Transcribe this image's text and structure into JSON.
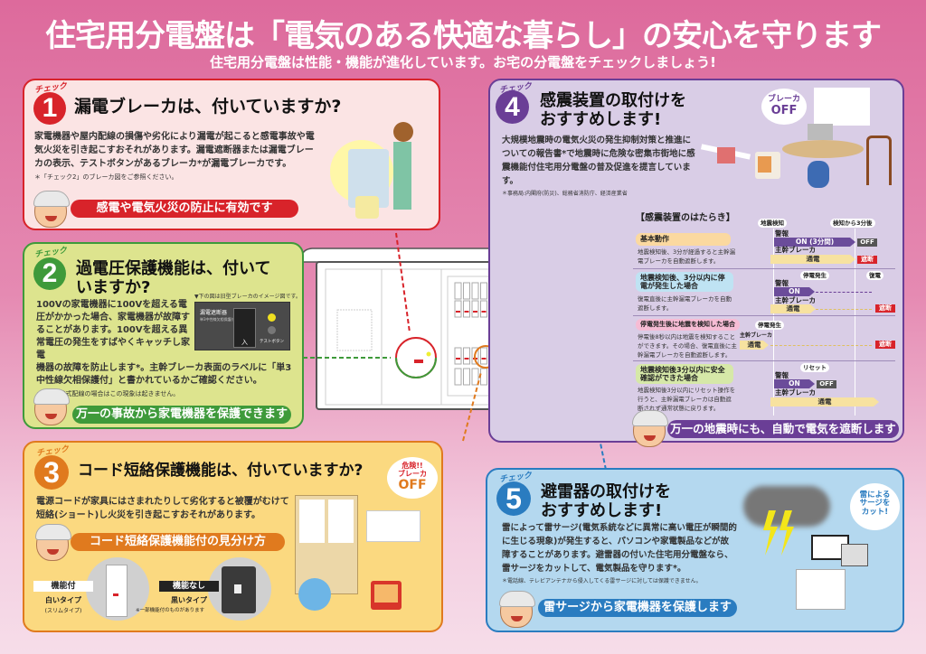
{
  "header": {
    "title": "住宅用分電盤は「電気のある快適な暮らし」の安心を守ります",
    "subtitle": "住宅用分電盤は性能・機能が進化しています。お宅の分電盤をチェックしましょう!"
  },
  "check_label": "チェック",
  "check1": {
    "number": "1",
    "title": "漏電ブレーカは、付いていますか?",
    "body": "家電機器や屋内配線の損傷や劣化により漏電が起こると感電事故や電気火災を引き起こすおそれがあります。漏電遮断器または漏電ブレーカの表示、テストボタンがあるブレーカ*が漏電ブレーカです。",
    "note": "＊「チェック2」のブレーカ図をご参照ください。",
    "banner": "感電や電気火災の防止に有効です",
    "color": "#d8232a"
  },
  "check2": {
    "number": "2",
    "title_line1": "過電圧保護機能は、付いて",
    "title_line2": "いますか?",
    "body_narrow": "100Vの家電機器に100Vを超える電圧がかかった場合、家電機器が故障することがあります。100Vを超える異常電圧の発生をすばやくキャッチし家電",
    "body_wide": "機器の故障を防止します*。主幹ブレーカ表面のラベルに「単3中性線欠相保護付」と書かれているかご確認ください。",
    "note": "＊単相2線式配線の場合はこの現象は起きません。",
    "image_caption": "▼下の図は旧型ブレーカのイメージ図です。",
    "breaker_label": "漏電遮断器",
    "breaker_sub": "単3中性線欠相保護付",
    "breaker_switch": "入",
    "test_button": "テストボタン",
    "banner": "万一の事故から家電機器を保護できます",
    "color": "#3e9a3a"
  },
  "check3": {
    "number": "3",
    "title": "コード短絡保護機能は、付いていますか?",
    "body": "電源コードが家具にはさまれたりして劣化すると被覆がむけて短絡(ショート)し火災を引き起こすおそれがあります。",
    "banner": "コード短絡保護機能付の見分け方",
    "with_label": "機能付",
    "with_type": "白いタイプ",
    "with_sub": "(スリムタイプ)",
    "without_label": "機能なし",
    "without_type": "黒いタイプ",
    "without_sub": "※一部機能付のものがあります",
    "bubble": [
      "危険!!",
      "ブレーカ",
      "OFF"
    ],
    "color": "#e07a1e"
  },
  "check4": {
    "number": "4",
    "title_line1": "感震装置の取付けを",
    "title_line2": "おすすめします!",
    "body": "大規模地震時の電気火災の発生抑制対策と推進についての報告書*で地震時に危険な密集市街地に感震機能付住宅用分電盤の普及促進を提言しています。",
    "note": "＊事務局:内閣府(防災)、総務省消防庁、経済産業省",
    "bubble": [
      "ブレーカ",
      "OFF"
    ],
    "banner": "万一の地震時にも、自動で電気を遮断します",
    "color": "#6a3e96",
    "diagram": {
      "title": "【感震装置のはたらき】",
      "col_detect": "地震検知",
      "col_3min": "検知から3分後",
      "alarm": "警報",
      "main_breaker": "主幹ブレーカ",
      "on": "ON",
      "on_3min": "ON (3分間)",
      "off": "OFF",
      "power": "通電",
      "cut": "遮断",
      "outage": "停電発生",
      "restore": "復電",
      "reset": "リセット",
      "rows": [
        {
          "label": "基本動作",
          "desc": "地震検知後、3分が経過すると主幹漏電ブレーカを自動遮断します。"
        },
        {
          "label": "地震検知後、3分以内に停電が発生した場合",
          "desc": "復電直後に主幹漏電ブレーカを自動遮断します。"
        },
        {
          "label": "停電発生後に地震を検知した場合",
          "desc": "停電後8秒以内は地震を検知することができます。その場合、復電直後に主幹漏電ブレーカを自動遮断します。"
        },
        {
          "label": "地震検知後3分以内に安全確認ができた場合",
          "desc": "地震検知後3分以内にリセット操作を行うと、主幹漏電ブレーカは自動遮断されず通常状態に戻ります。"
        }
      ]
    }
  },
  "check5": {
    "number": "5",
    "title_line1": "避雷器の取付けを",
    "title_line2": "おすすめします!",
    "body": "雷によって雷サージ(電気系統などに異常に高い電圧が瞬間的に生じる現象)が発生すると、パソコンや家電製品などが故障することがあります。避雷器の付いた住宅用分電盤なら、雷サージをカットして、電気製品を守ります*。",
    "note": "＊電話線、テレビアンテナから侵入してくる雷サージに対しては保護できません。",
    "bubble": [
      "雷による",
      "サージを",
      "カット!"
    ],
    "banner": "雷サージから家電機器を保護します",
    "color": "#2a7cc0"
  }
}
